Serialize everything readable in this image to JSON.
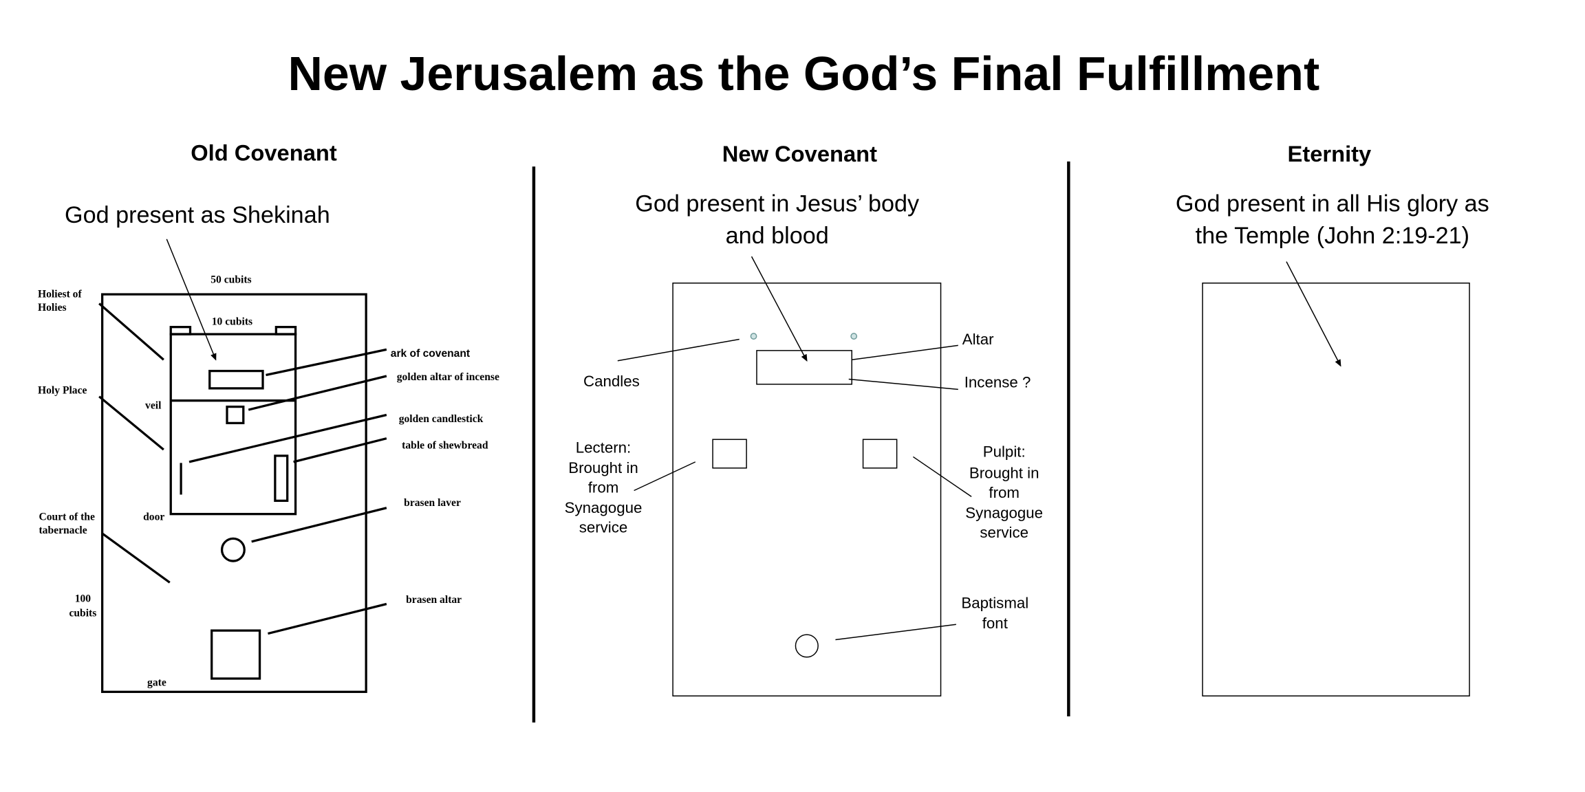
{
  "title": "New Jerusalem as the God’s Final Fulfillment",
  "columns": {
    "old": {
      "heading": "Old Covenant",
      "caption": [
        "God present as Shekinah"
      ],
      "labels": {
        "width": "50 cubits",
        "inner_width": "10 cubits",
        "holiest": [
          "Holiest of",
          "Holies"
        ],
        "holy_place": "Holy Place",
        "veil": "veil",
        "door": "door",
        "court": [
          "Court of the",
          "tabernacle"
        ],
        "length": [
          "100",
          "cubits"
        ],
        "gate": "gate",
        "ark": "ark of covenant",
        "incense_altar": "golden altar of incense",
        "candlestick": "golden candlestick",
        "shewbread": "table of shewbread",
        "laver": "brasen laver",
        "altar": "brasen altar"
      }
    },
    "new": {
      "heading": "New Covenant",
      "caption": [
        "God present in Jesus’ body",
        "and blood"
      ],
      "labels": {
        "candles": "Candles",
        "altar": "Altar",
        "incense": "Incense ?",
        "lectern": [
          "Lectern:",
          "Brought in",
          "from",
          "Synagogue",
          "service"
        ],
        "pulpit": [
          "Pulpit:",
          "Brought in",
          "from",
          "Synagogue",
          "service"
        ],
        "font": [
          "Baptismal",
          "font"
        ]
      }
    },
    "eternity": {
      "heading": "Eternity",
      "caption": [
        "God present in all His glory as",
        "the Temple (John 2:19-21)"
      ]
    }
  },
  "colors": {
    "ink": "#000000",
    "candle": "#9fc3c3"
  }
}
